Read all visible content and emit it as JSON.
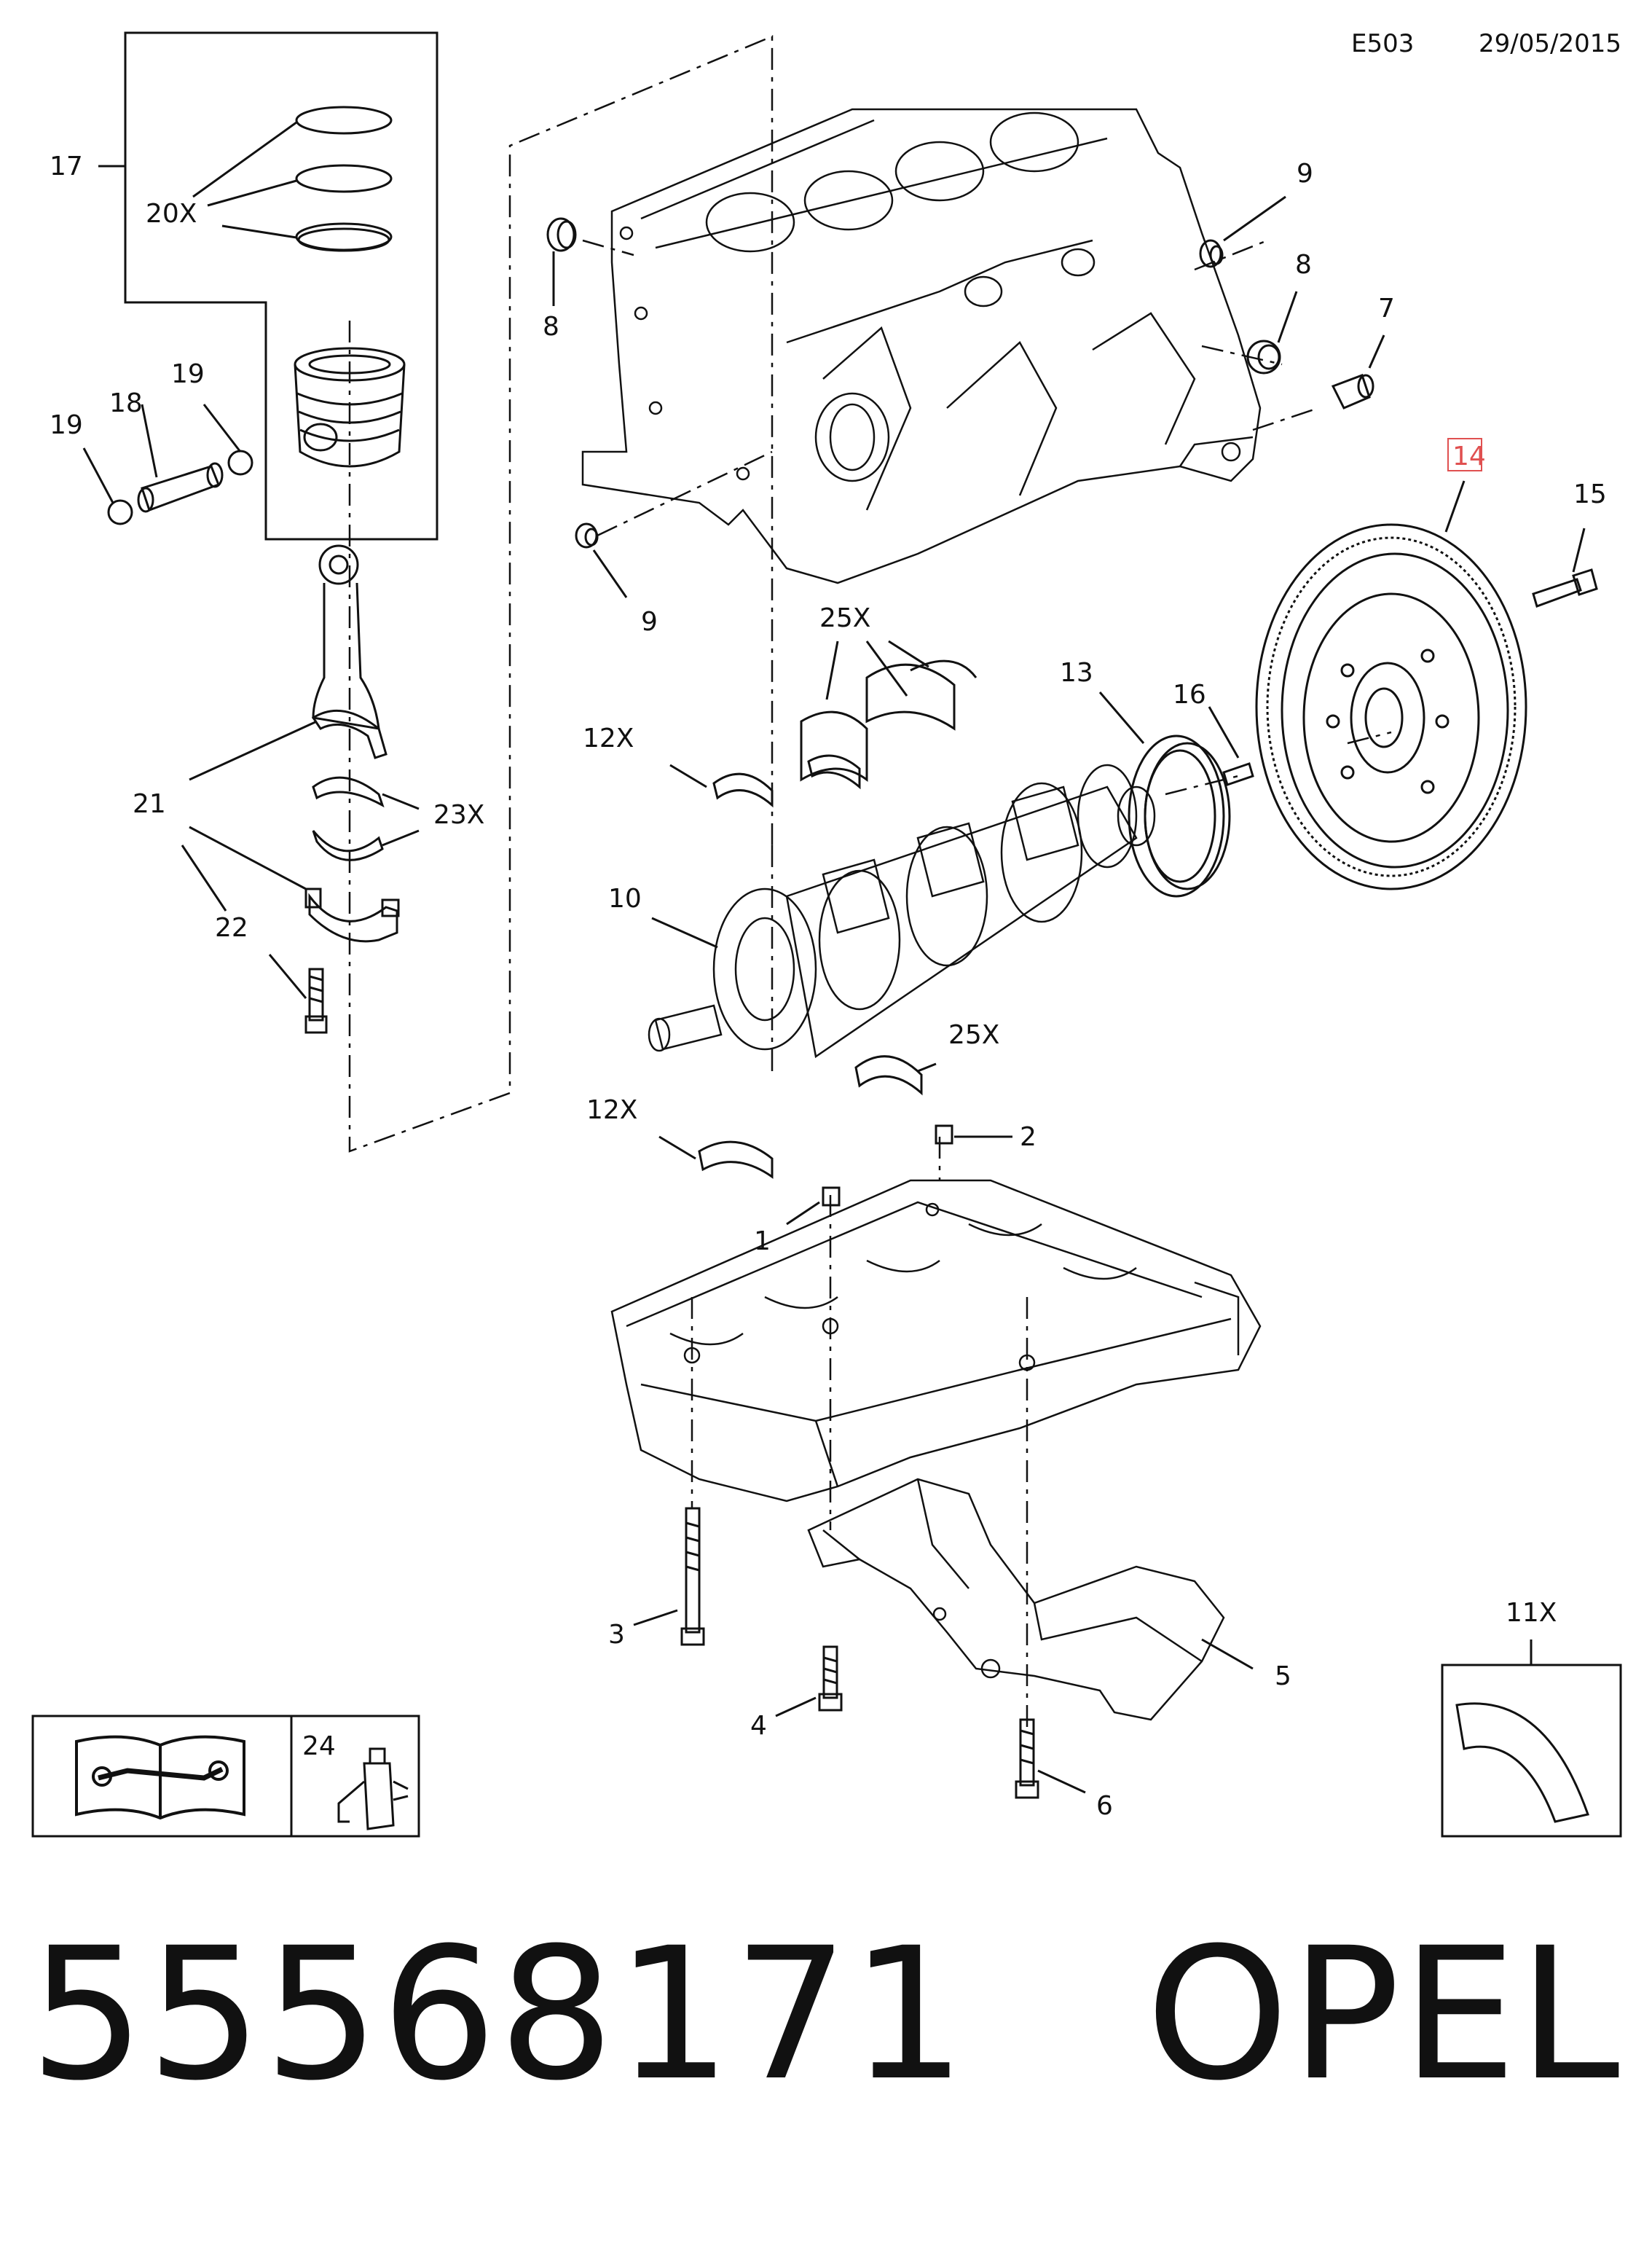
{
  "header": {
    "code": "E503",
    "date": "29/05/2015"
  },
  "footer": {
    "part_number": "55568171",
    "brand": "OPEL"
  },
  "callouts": {
    "c1": "1",
    "c2": "2",
    "c3": "3",
    "c4": "4",
    "c5": "5",
    "c6": "6",
    "c7": "7",
    "c8a": "8",
    "c8b": "8",
    "c9a": "9",
    "c9b": "9",
    "c10": "10",
    "c11": "11X",
    "c12a": "12X",
    "c12b": "12X",
    "c13": "13",
    "c14": "14",
    "c15": "15",
    "c16": "16",
    "c17": "17",
    "c18": "18",
    "c19a": "19",
    "c19b": "19",
    "c20": "20X",
    "c21": "21",
    "c22": "22",
    "c23": "23X",
    "c24": "24",
    "c25a": "25X",
    "c25b": "25X"
  },
  "highlight_color": "#e05050"
}
